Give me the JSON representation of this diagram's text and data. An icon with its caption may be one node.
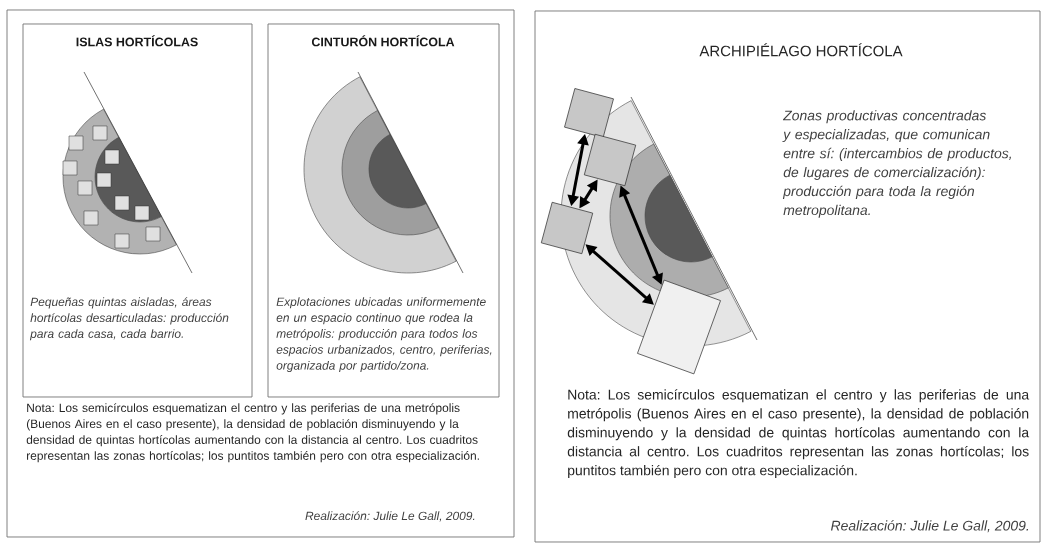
{
  "diagram": {
    "nodes": [
      {
        "text": [
          "Nota: Los semicírculos esquematizan el centro y las periferias de una metrópolis (Buenos Aires en el caso presente), la densidad de población disminuyendo y la densidad de quintas hortícolas aumentando con la distancia al centro. Los cuadritos representan las zonas hortícolas; los puntitos también pero con otra especialización.",
          "Realización: Julie Le Gall, 2009."
        ]
      },
      {
        "text": [
          "ISLAS HORTÍCOLAS",
          "Pequeñas quintas aisladas, áreas hortícolas desarticuladas: producción para cada casa, cada barrio."
        ],
        "in": 0
      },
      {
        "text": [
          "CINTURÓN HORTÍCOLA",
          "Explotaciones ubicadas uniformemente en un espacio continuo que rodea la metrópolis: producción para todos los espacios urbanizados, centro, periferias, organizada por partido/zona."
        ],
        "in": 0
      },
      {
        "text": [
          "ARCHIPIÉLAGO HORTÍCOLA",
          "Zonas productivas concentradas y especializadas, que comunican entre sí: (intercambios de productos, de lugares de comercialización): producción para toda la región metropolitana.",
          "Nota: Los semicírculos esquematizan el centro y las periferias de una metrópolis (Buenos Aires en el caso presente), la densidad de población disminuyendo y la densidad de quintas hortícolas aumentando con la distancia al centro. Los cuadritos representan las zonas hortícolas; los puntitos también pero con otra especialización.",
          "Realización: Julie Le Gall, 2009."
        ]
      },
      {
        "text": [],
        "shape": "box",
        "in": 3
      },
      {
        "text": [],
        "shape": "box",
        "in": 3
      },
      {
        "text": [],
        "shape": "box",
        "in": 3
      },
      {
        "text": [],
        "shape": "box",
        "in": 3
      }
    ],
    "edges": [
      {
        "from": 4,
        "to": 6,
        "arrow": "both"
      },
      {
        "from": 5,
        "to": 6,
        "arrow": "both"
      },
      {
        "from": 5,
        "to": 7,
        "arrow": "both"
      },
      {
        "from": 6,
        "to": 7,
        "arrow": "both"
      }
    ]
  }
}
